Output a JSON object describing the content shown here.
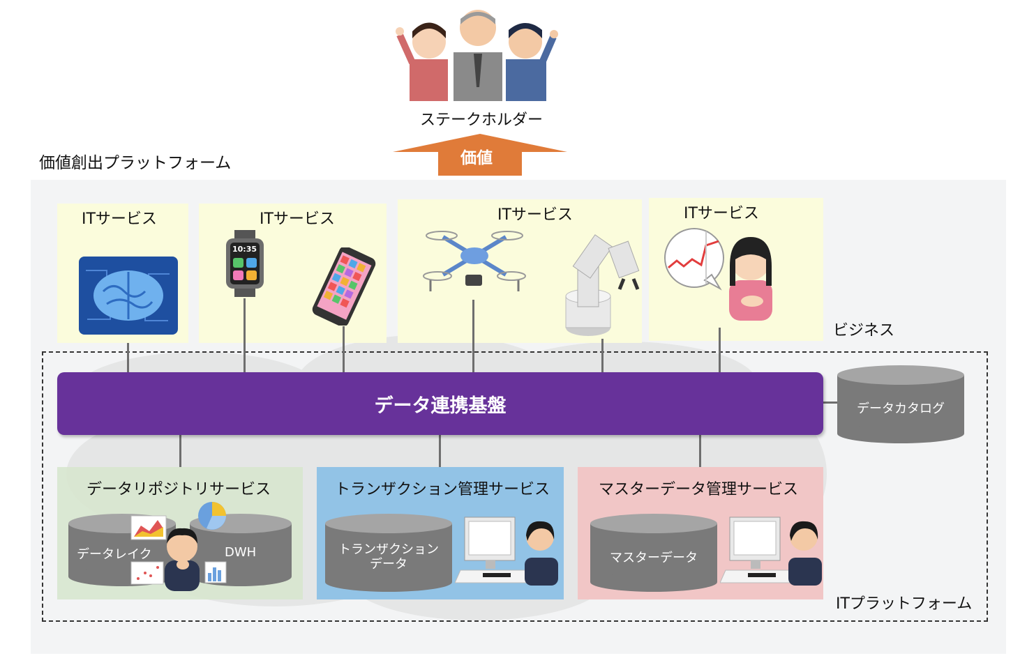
{
  "stakeholders": {
    "label": "ステークホルダー"
  },
  "value_arrow": {
    "label": "価値"
  },
  "platform_title": "価値創出プラットフォーム",
  "it_services": [
    {
      "label": "ITサービス",
      "icon": "brain-chip-icon"
    },
    {
      "label": "ITサービス",
      "icon": "smartwatch-smartphone-icon",
      "watch_time": "10:35"
    },
    {
      "label": "ITサービス",
      "icon": "drone-robot-arm-icon"
    },
    {
      "label": "ITサービス",
      "icon": "analyst-chart-icon"
    }
  ],
  "business_label": "ビジネス",
  "hub": {
    "label": "データ連携基盤"
  },
  "catalog": {
    "label": "データカタログ"
  },
  "repository": {
    "title": "データリポジトリサービス",
    "lake_label": "データレイク",
    "dwh_label": "DWH"
  },
  "transaction": {
    "title": "トランザクション管理サービス",
    "db_label_line1": "トランザクション",
    "db_label_line2": "データ"
  },
  "master": {
    "title": "マスターデータ管理サービス",
    "db_label": "マスターデータ"
  },
  "it_platform_label": "ITプラットフォーム",
  "colors": {
    "hub": "#67329a",
    "arrow": "#e07b39",
    "service_bg": "#fbfcdc",
    "repository_bg": "#d8e6cf",
    "transaction_bg": "#92c3e6",
    "master_bg": "#f1c6c6",
    "cylinder": "#7a7a7a"
  }
}
